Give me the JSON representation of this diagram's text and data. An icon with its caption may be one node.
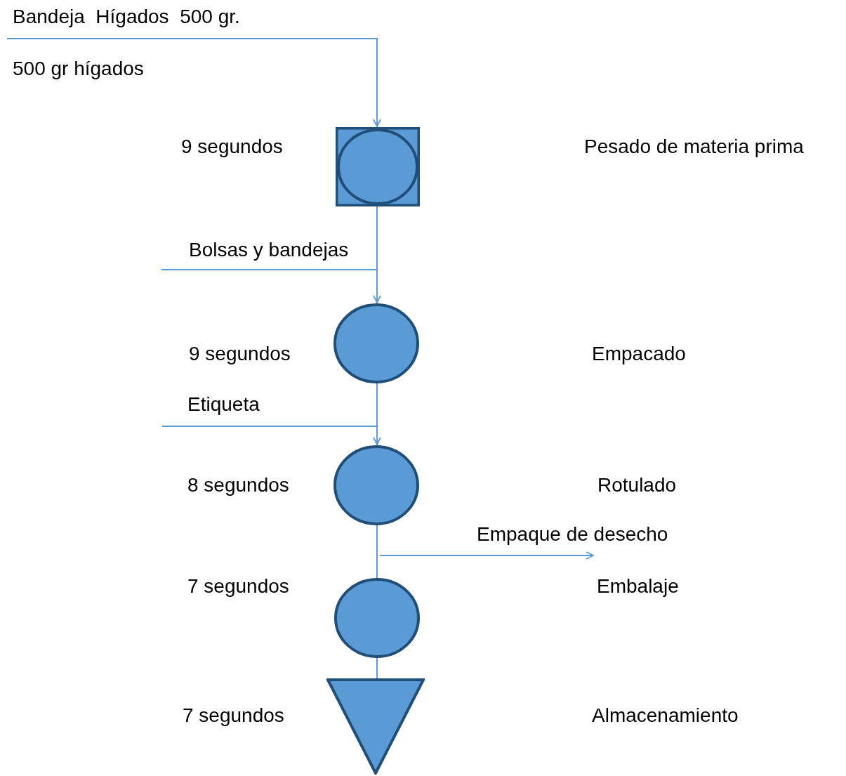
{
  "diagram": {
    "nodes": [
      {
        "text": [],
        "shape": "box",
        "beside": [
          "9 segundos"
        ]
      },
      {
        "text": [],
        "shape": "circle",
        "beside": [
          "9 segundos"
        ]
      },
      {
        "text": [],
        "shape": "circle",
        "beside": [
          "8 segundos"
        ]
      },
      {
        "text": [],
        "shape": "circle",
        "beside": [
          "7 segundos"
        ]
      },
      {
        "text": [],
        "shape": "triangle",
        "beside": [
          "7 segundos"
        ]
      }
    ],
    "edges": [
      {
        "from": null,
        "to": 0,
        "arrow": "to",
        "label": "Bandeja  Hígados  500 gr."
      },
      {
        "from": 0,
        "to": 1,
        "arrow": "none"
      },
      {
        "from": null,
        "to": 1,
        "arrow": "to",
        "label": "Bolsas y bandejas"
      },
      {
        "from": 1,
        "to": 2,
        "arrow": "none"
      },
      {
        "from": null,
        "to": 2,
        "arrow": "to",
        "label": "Etiqueta"
      },
      {
        "from": 2,
        "to": 3,
        "arrow": "none"
      },
      {
        "from": 2,
        "to": null,
        "arrow": "to",
        "label": "Empaque de desecho"
      },
      {
        "from": 3,
        "to": 4,
        "arrow": "none"
      }
    ],
    "labels": [
      "500 gr hígados",
      "Pesado de materia prima",
      "Empacado",
      "Rotulado",
      "Embalaje",
      "Almacenamiento"
    ]
  }
}
